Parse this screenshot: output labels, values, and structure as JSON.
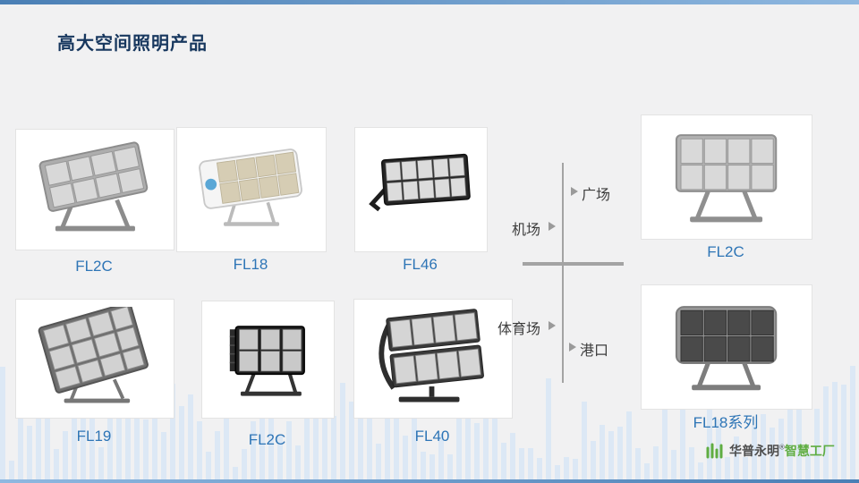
{
  "slide": {
    "title": "高大空间照明产品"
  },
  "products": [
    {
      "label": "FL2C"
    },
    {
      "label": "FL18"
    },
    {
      "label": "FL46"
    },
    {
      "label": "FL2C"
    },
    {
      "label": "FL19"
    },
    {
      "label": "FL2C"
    },
    {
      "label": "FL40"
    },
    {
      "label": "FL18系列"
    }
  ],
  "diagram": {
    "labels": {
      "plaza": "广场",
      "airport": "机场",
      "stadium": "体育场",
      "port": "港口"
    }
  },
  "logo": {
    "brand": "华普永明",
    "reg": "®",
    "suffix": "智慧工厂"
  },
  "colors": {
    "accent_blue": "#2E75B6",
    "title_navy": "#17375E",
    "bar_blue": "#DCE8F5",
    "line_gray": "#A3A3A3",
    "logo_green": "#5FAD41"
  }
}
